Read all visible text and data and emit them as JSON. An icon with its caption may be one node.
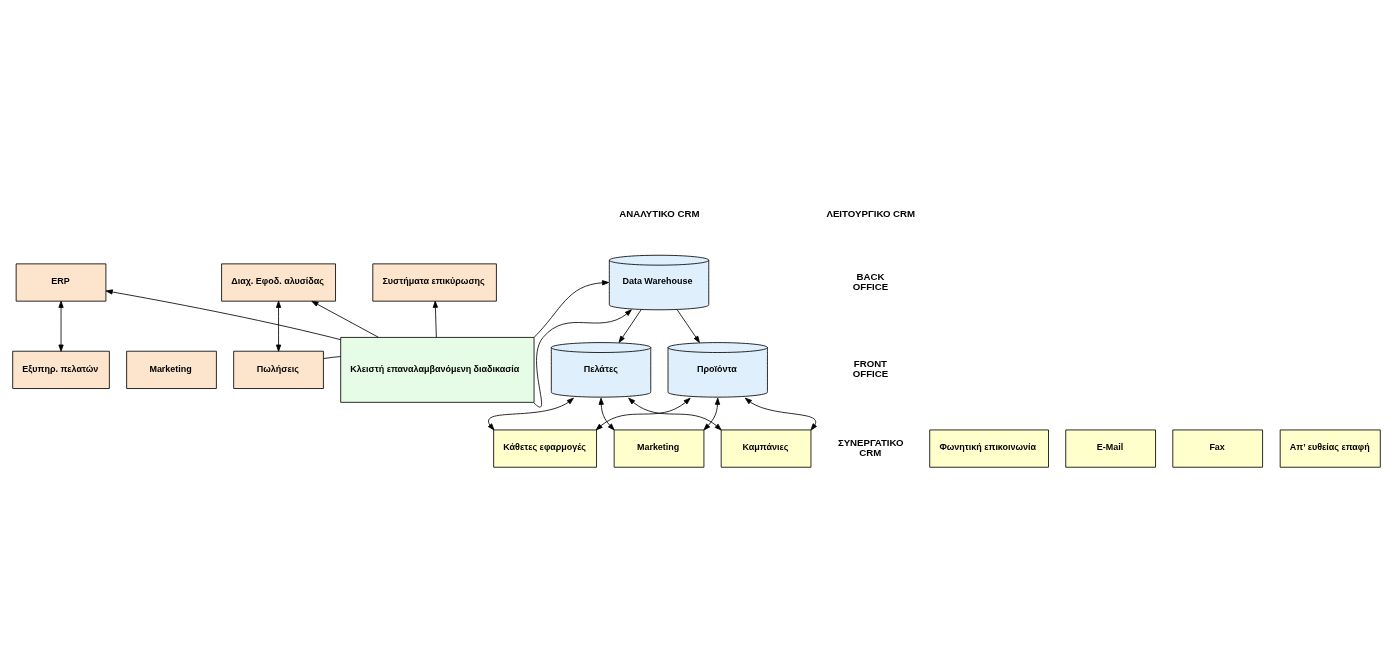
{
  "diagram": {
    "nodes": [
      {
        "text": [
          "ERP"
        ]
      },
      {
        "text": [
          "Διαχ. Εφοδ. αλυσίδας"
        ]
      },
      {
        "text": [
          "Συστήματα επικύρωσης"
        ]
      },
      {
        "text": [
          "Κλειστή επαναλαμβανόμενη διαδικασία"
        ]
      },
      {
        "text": [
          "Data Warehouse"
        ]
      },
      {
        "text": [
          "Εξυπηρ. πελατών"
        ]
      },
      {
        "text": [
          "Marketing"
        ]
      },
      {
        "text": [
          "Πωλήσεις"
        ]
      },
      {
        "text": [
          "Πελάτες"
        ]
      },
      {
        "text": [
          "Προϊόντα"
        ]
      },
      {
        "text": [
          "Κάθετες εφαρμογές"
        ]
      },
      {
        "text": [
          "Marketing"
        ]
      },
      {
        "text": [
          "Καμπάνιες"
        ]
      },
      {
        "text": [
          "Φωνητική επικοινωνία"
        ]
      },
      {
        "text": [
          "E-Mail"
        ]
      },
      {
        "text": [
          "Fax"
        ]
      },
      {
        "text": [
          "Απ’ ευθείας επαφή"
        ]
      }
    ],
    "edges": [
      {
        "from": 3,
        "to": 0,
        "arrow": "to"
      },
      {
        "from": 3,
        "to": 1,
        "arrow": "to"
      },
      {
        "from": 3,
        "to": 2,
        "arrow": "to"
      },
      {
        "from": 3,
        "to": 4,
        "arrow": "to"
      },
      {
        "from": 0,
        "to": 5,
        "arrow": "both"
      },
      {
        "from": 1,
        "to": 7,
        "arrow": "both"
      },
      {
        "from": 7,
        "to": 3,
        "arrow": "none"
      },
      {
        "from": 3,
        "to": 4,
        "arrow": "to"
      },
      {
        "from": 4,
        "to": 8,
        "arrow": "to"
      },
      {
        "from": 4,
        "to": 9,
        "arrow": "to"
      },
      {
        "from": 10,
        "to": 8,
        "arrow": "both"
      },
      {
        "from": 10,
        "to": 9,
        "arrow": "both"
      },
      {
        "from": 11,
        "to": 8,
        "arrow": "both"
      },
      {
        "from": 11,
        "to": 9,
        "arrow": "both"
      },
      {
        "from": 12,
        "to": 8,
        "arrow": "both"
      },
      {
        "from": 12,
        "to": 9,
        "arrow": "both"
      }
    ],
    "labels": [
      "ΛΕΙΤΟΥΡΓΙΚΟ CRM",
      "ΑΝΑΛΥΤΙΚΟ CRM",
      "BACK OFFICE",
      "FRONT OFFICE",
      "ΣΥΝΕΡΓΑΤΙΚΟ CRM"
    ]
  }
}
